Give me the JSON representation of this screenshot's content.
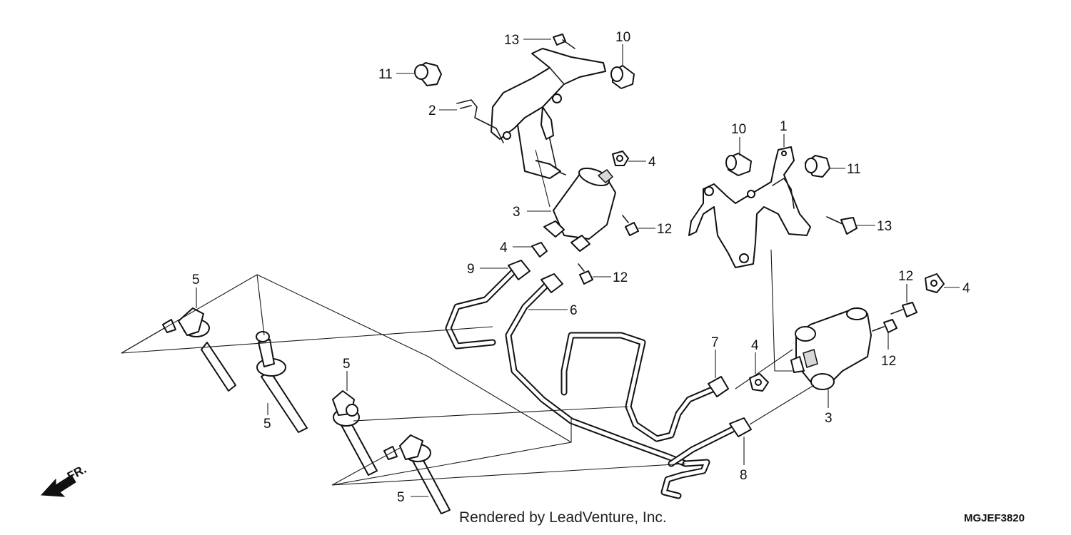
{
  "diagram": {
    "callouts": {
      "c13a": "13",
      "c10a": "10",
      "c11a": "11",
      "c2": "2",
      "c10b": "10",
      "c1": "1",
      "c11b": "11",
      "c4a": "4",
      "c3a": "3",
      "c12a": "12",
      "c13b": "13",
      "c4b": "4",
      "c9": "9",
      "c12b": "12",
      "c5a": "5",
      "c6": "6",
      "c12c": "12",
      "c4c": "4",
      "c12d": "12",
      "c7": "7",
      "c4d": "4",
      "c5b": "5",
      "c5c": "5",
      "c3b": "3",
      "c8": "8",
      "c5d": "5"
    },
    "front_indicator": "FR.",
    "footer_credit": "Rendered by LeadVenture, Inc.",
    "diagram_code": "MGJEF3820"
  }
}
